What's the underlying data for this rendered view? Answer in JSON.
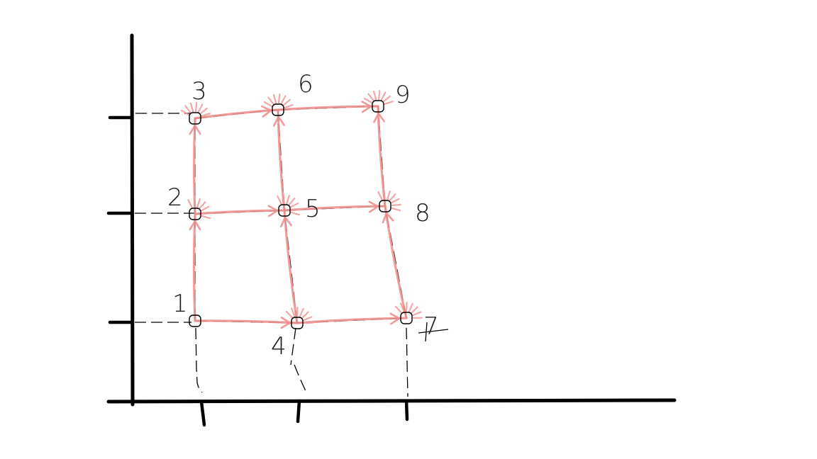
{
  "diagram": {
    "nodes": [
      {
        "id": "1",
        "label": "1",
        "col": 1,
        "row": 1
      },
      {
        "id": "2",
        "label": "2",
        "col": 1,
        "row": 2
      },
      {
        "id": "3",
        "label": "3",
        "col": 1,
        "row": 3
      },
      {
        "id": "4",
        "label": "4",
        "col": 2,
        "row": 1
      },
      {
        "id": "5",
        "label": "5",
        "col": 2,
        "row": 2
      },
      {
        "id": "6",
        "label": "6",
        "col": 2,
        "row": 3
      },
      {
        "id": "7",
        "label": "7",
        "col": 3,
        "row": 1
      },
      {
        "id": "8",
        "label": "8",
        "col": 3,
        "row": 2
      },
      {
        "id": "9",
        "label": "9",
        "col": 3,
        "row": 3
      }
    ],
    "edges": [
      {
        "from": "1",
        "to": "4"
      },
      {
        "from": "4",
        "to": "7"
      },
      {
        "from": "2",
        "to": "5"
      },
      {
        "from": "5",
        "to": "8"
      },
      {
        "from": "3",
        "to": "6"
      },
      {
        "from": "6",
        "to": "9"
      },
      {
        "from": "1",
        "to": "2"
      },
      {
        "from": "2",
        "to": "3"
      },
      {
        "from": "4",
        "to": "5"
      },
      {
        "from": "5",
        "to": "6"
      },
      {
        "from": "7",
        "to": "8"
      },
      {
        "from": "8",
        "to": "9"
      }
    ],
    "colors": {
      "edge": "#ef8f8f",
      "ink": "#000000",
      "background": "#ffffff"
    }
  }
}
